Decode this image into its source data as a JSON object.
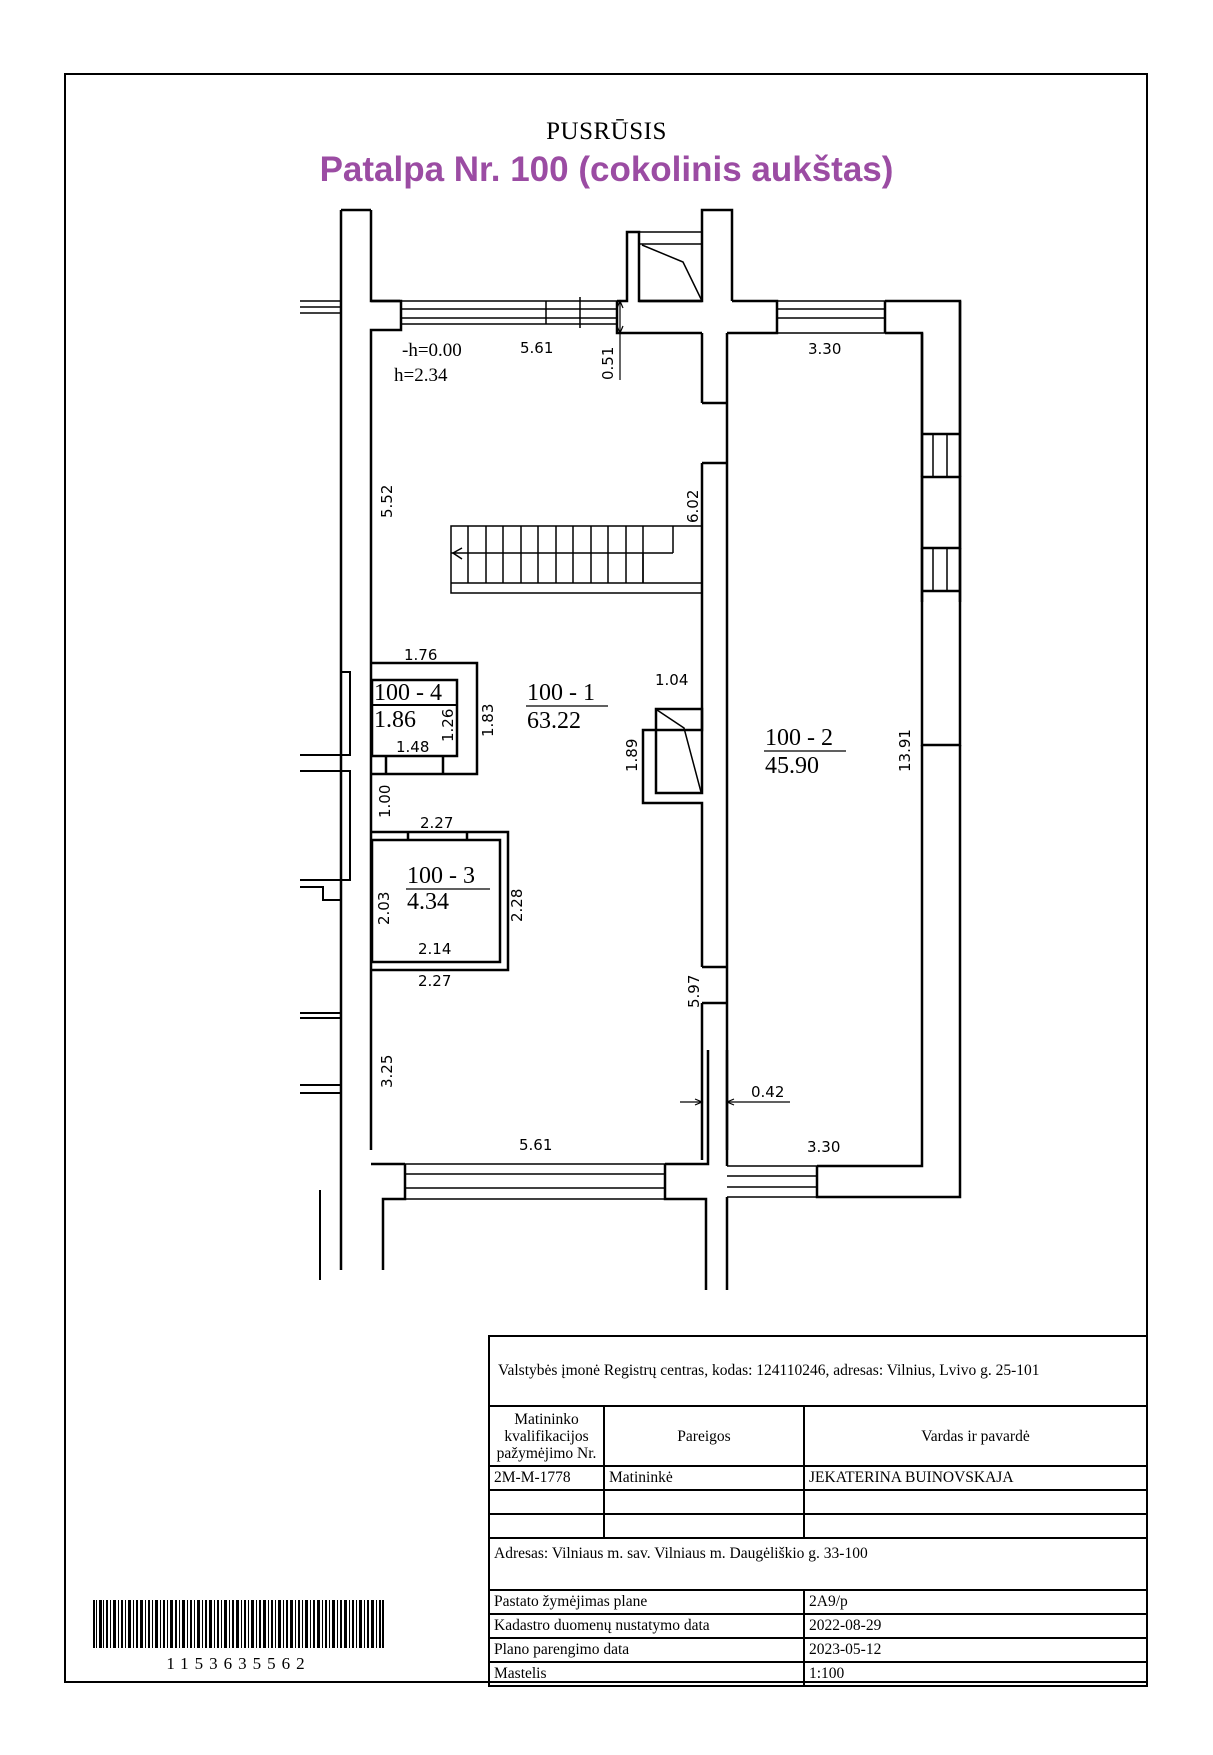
{
  "header": {
    "level": "PUSRŪSIS",
    "title": "Patalpa Nr. 100 (cokolinis aukštas)",
    "title_color": "#9b4ca3"
  },
  "plan": {
    "elevation": {
      "floor": "-h=0.00",
      "height": "h=2.34"
    },
    "rooms": [
      {
        "id": "100  - 1",
        "area": "63.22"
      },
      {
        "id": "100  - 2",
        "area": "45.90"
      },
      {
        "id": "100  - 3",
        "area": "4.34"
      },
      {
        "id": "100  - 4",
        "area": "1.86"
      }
    ],
    "dimensions": {
      "r1_top_width": "5.61",
      "r1_bottom_width": "5.61",
      "wall_top": "0.51",
      "r2_top_width": "3.30",
      "r2_bottom_width": "3.30",
      "r1_left_upper": "5.52",
      "r1_right_upper": "6.02",
      "r1_right_lower": "5.97",
      "r1_left_lower": "3.25",
      "r2_height": "13.91",
      "wall_middle": "0.42",
      "r4_outer_width": "1.76",
      "r4_inner_height": "1.26",
      "r4_outer_height": "1.83",
      "r4_inner_width": "1.48",
      "corridor_gap": "1.00",
      "r3_outer_top": "2.27",
      "r3_outer_bottom": "2.27",
      "r3_inner_width": "2.14",
      "r3_inner_height": "2.03",
      "r3_outer_height": "2.28",
      "shaft_width": "1.04",
      "shaft_height": "1.89"
    }
  },
  "title_block": {
    "organization": "Valstybės įmonė Registrų centras, kodas: 124110246, adresas: Vilnius, Lvivo g. 25-101",
    "columns": [
      "Matininko kvalifikacijos pažymėjimo Nr.",
      "Pareigos",
      "Vardas ir pavardė"
    ],
    "column_lines": [
      "Matininko",
      "kvalifikacijos",
      "pažymėjimo Nr."
    ],
    "rows": [
      {
        "cert": "2M-M-1778",
        "role": "Matininkė",
        "name": "JEKATERINA BUINOVSKAJA"
      },
      {
        "cert": "",
        "role": "",
        "name": ""
      },
      {
        "cert": "",
        "role": "",
        "name": ""
      }
    ],
    "address": "Adresas: Vilniaus m. sav. Vilniaus m. Daugėliškio g. 33-100",
    "info": [
      {
        "label": "Pastato žymėjimas plane",
        "value": "2A9/p"
      },
      {
        "label": "Kadastro duomenų nustatymo data",
        "value": "2022-08-29"
      },
      {
        "label": "Plano parengimo data",
        "value": "2023-05-12"
      },
      {
        "label": "Mastelis",
        "value": "1:100"
      }
    ]
  },
  "barcode": {
    "number": "1153635562"
  }
}
